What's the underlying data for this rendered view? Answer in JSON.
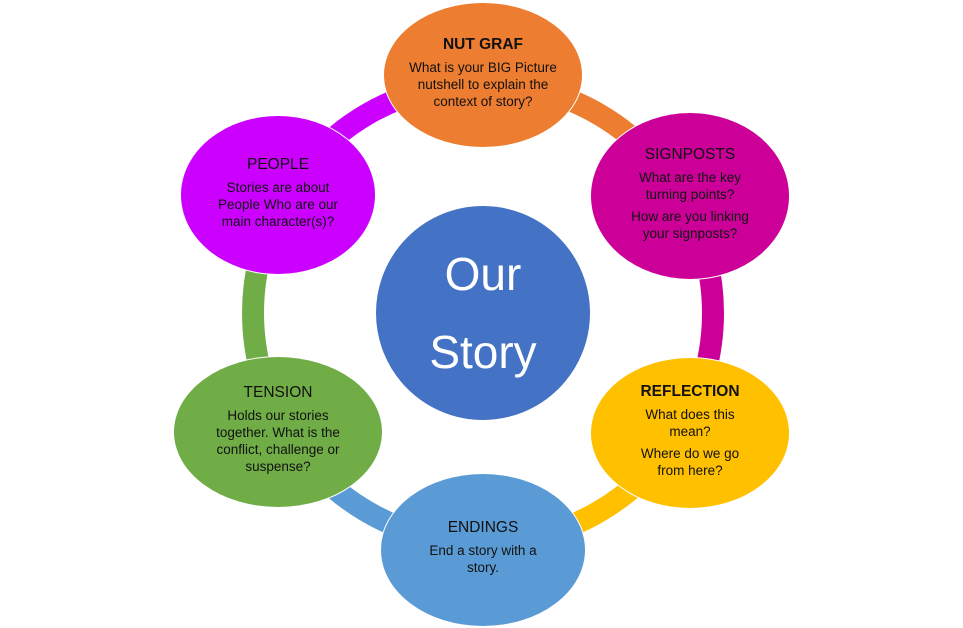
{
  "center": {
    "line1": "Our",
    "line2": "Story",
    "color": "#4472C4"
  },
  "nodes": [
    {
      "id": "nut-graf",
      "title": "NUT GRAF",
      "bold": true,
      "color": "#ED7D31",
      "lines": [
        "What is your BIG Picture nutshell to explain the context of story?"
      ]
    },
    {
      "id": "signposts",
      "title": "SIGNPOSTS",
      "bold": false,
      "color": "#CC0099",
      "lines": [
        "What are the key turning points?",
        "How are you linking your signposts?"
      ]
    },
    {
      "id": "reflection",
      "title": "REFLECTION",
      "bold": true,
      "color": "#FFC000",
      "lines": [
        "What does this mean?",
        "Where do we go from here?"
      ]
    },
    {
      "id": "endings",
      "title": "ENDINGS",
      "bold": false,
      "color": "#5B9BD5",
      "lines": [
        "End a story with a story."
      ]
    },
    {
      "id": "tension",
      "title": "TENSION",
      "bold": false,
      "color": "#70AD47",
      "lines": [
        "Holds our stories together. What is the conflict, challenge or suspense?"
      ]
    },
    {
      "id": "people",
      "title": "PEOPLE",
      "bold": false,
      "color": "#CC00FF",
      "lines": [
        "Stories are about People Who are our main character(s)?"
      ]
    }
  ]
}
